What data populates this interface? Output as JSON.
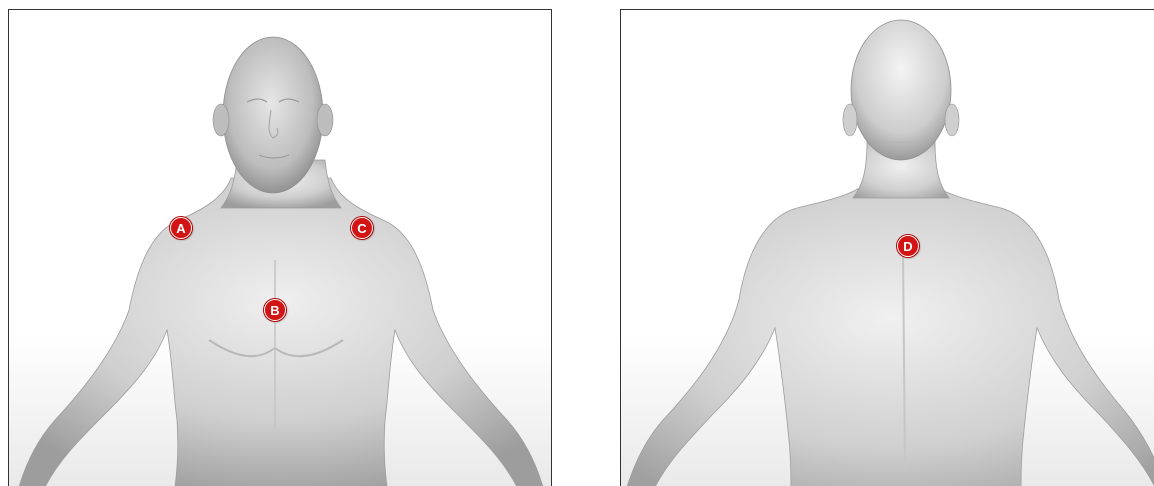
{
  "panels": {
    "front": {
      "markers": [
        {
          "id": "marker-a",
          "label": "A"
        },
        {
          "id": "marker-b",
          "label": "B"
        },
        {
          "id": "marker-c",
          "label": "C"
        }
      ]
    },
    "back": {
      "markers": [
        {
          "id": "marker-d",
          "label": "D"
        }
      ]
    }
  },
  "colors": {
    "marker_fill": "#d21414",
    "body_light": "#e8e8e8",
    "body_shadow": "#9a9a9a"
  }
}
